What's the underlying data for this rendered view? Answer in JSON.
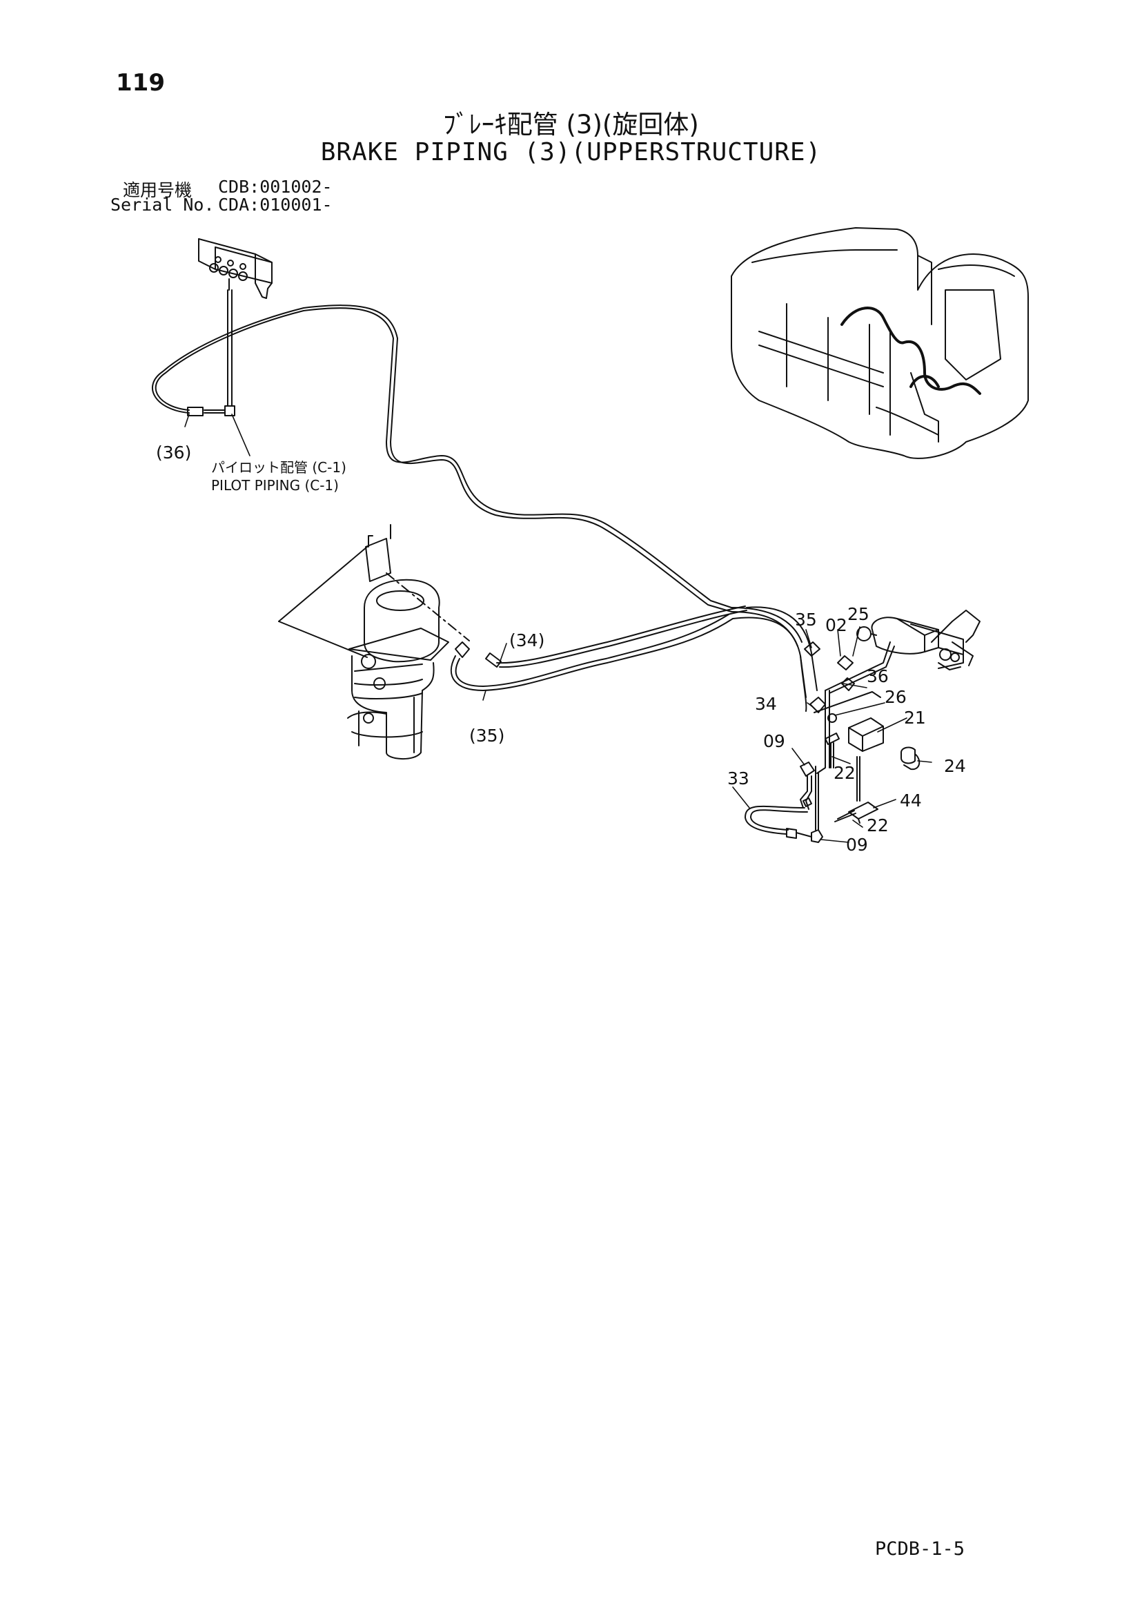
{
  "page_number": "119",
  "title_jp": "ﾌﾞﾚｰｷ配管 (3)(旋回体)",
  "title_en": "BRAKE PIPING (3)(UPPERSTRUCTURE)",
  "serial": {
    "label_jp": "適用号機",
    "value_1": "CDB:001002-",
    "label_en": "Serial No.",
    "value_2": "CDA:010001-"
  },
  "callout": {
    "jp": "パイロット配管 (C-1)",
    "en": "PILOT PIPING (C-1)"
  },
  "part_labels": {
    "p36_paren": "(36)",
    "p34_paren": "(34)",
    "p35_paren": "(35)",
    "p35": "35",
    "p02": "02",
    "p25": "25",
    "p36": "36",
    "p34": "34",
    "p26": "26",
    "p21": "21",
    "p09_top": "09",
    "p22_top": "22",
    "p24": "24",
    "p33": "33",
    "p44": "44",
    "p22_bottom": "22",
    "p09_bottom": "09"
  },
  "doc_code": "PCDB-1-5"
}
